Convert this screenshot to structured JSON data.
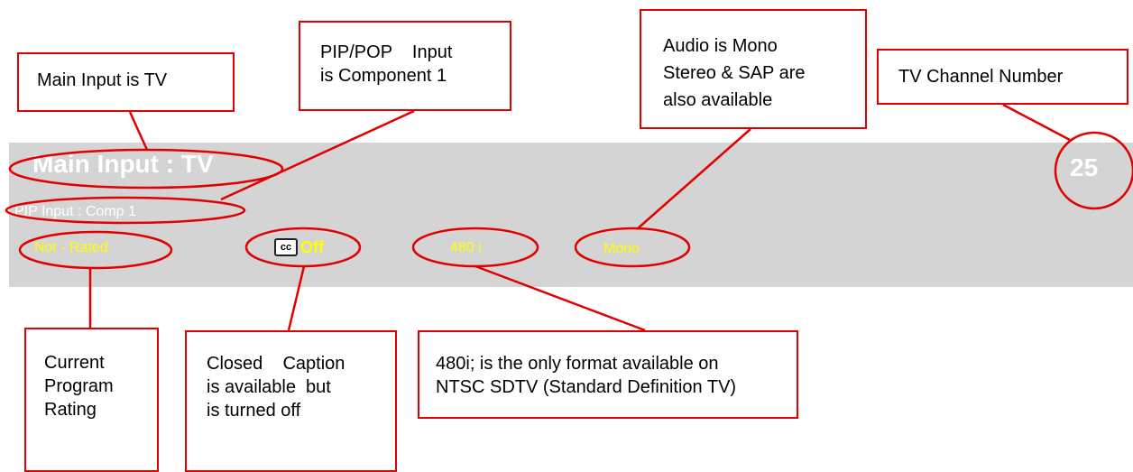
{
  "osd": {
    "main_input": "Main Input : TV",
    "pip_input": "PIP Input : Comp 1",
    "rating": "Not - Rated",
    "cc_icon": "cc",
    "cc_state": "Off",
    "format": "480 i",
    "audio": "Mono",
    "channel": "25"
  },
  "callouts": {
    "main_input": {
      "text": "Main Input is TV"
    },
    "pip_input": {
      "line1": "PIP/POP    Input",
      "line2": "is Component 1"
    },
    "audio": {
      "line1": "Audio is Mono",
      "line2": "Stereo & SAP are",
      "line3": "also available"
    },
    "channel": {
      "text": "TV Channel Number"
    },
    "rating": {
      "line1": "Current",
      "line2": "Program",
      "line3": "Rating"
    },
    "cc": {
      "line1": "Closed    Caption",
      "line2": "is available  but",
      "line3": "is turned off"
    },
    "format": {
      "line1": "480i; is the only format available on",
      "line2": "NTSC SDTV (Standard Definition TV)"
    }
  },
  "colors": {
    "band": "#d4d4d4",
    "osd_white": "#ffffff",
    "osd_yellow": "#ffff00",
    "annotation_red": "#e00000"
  }
}
